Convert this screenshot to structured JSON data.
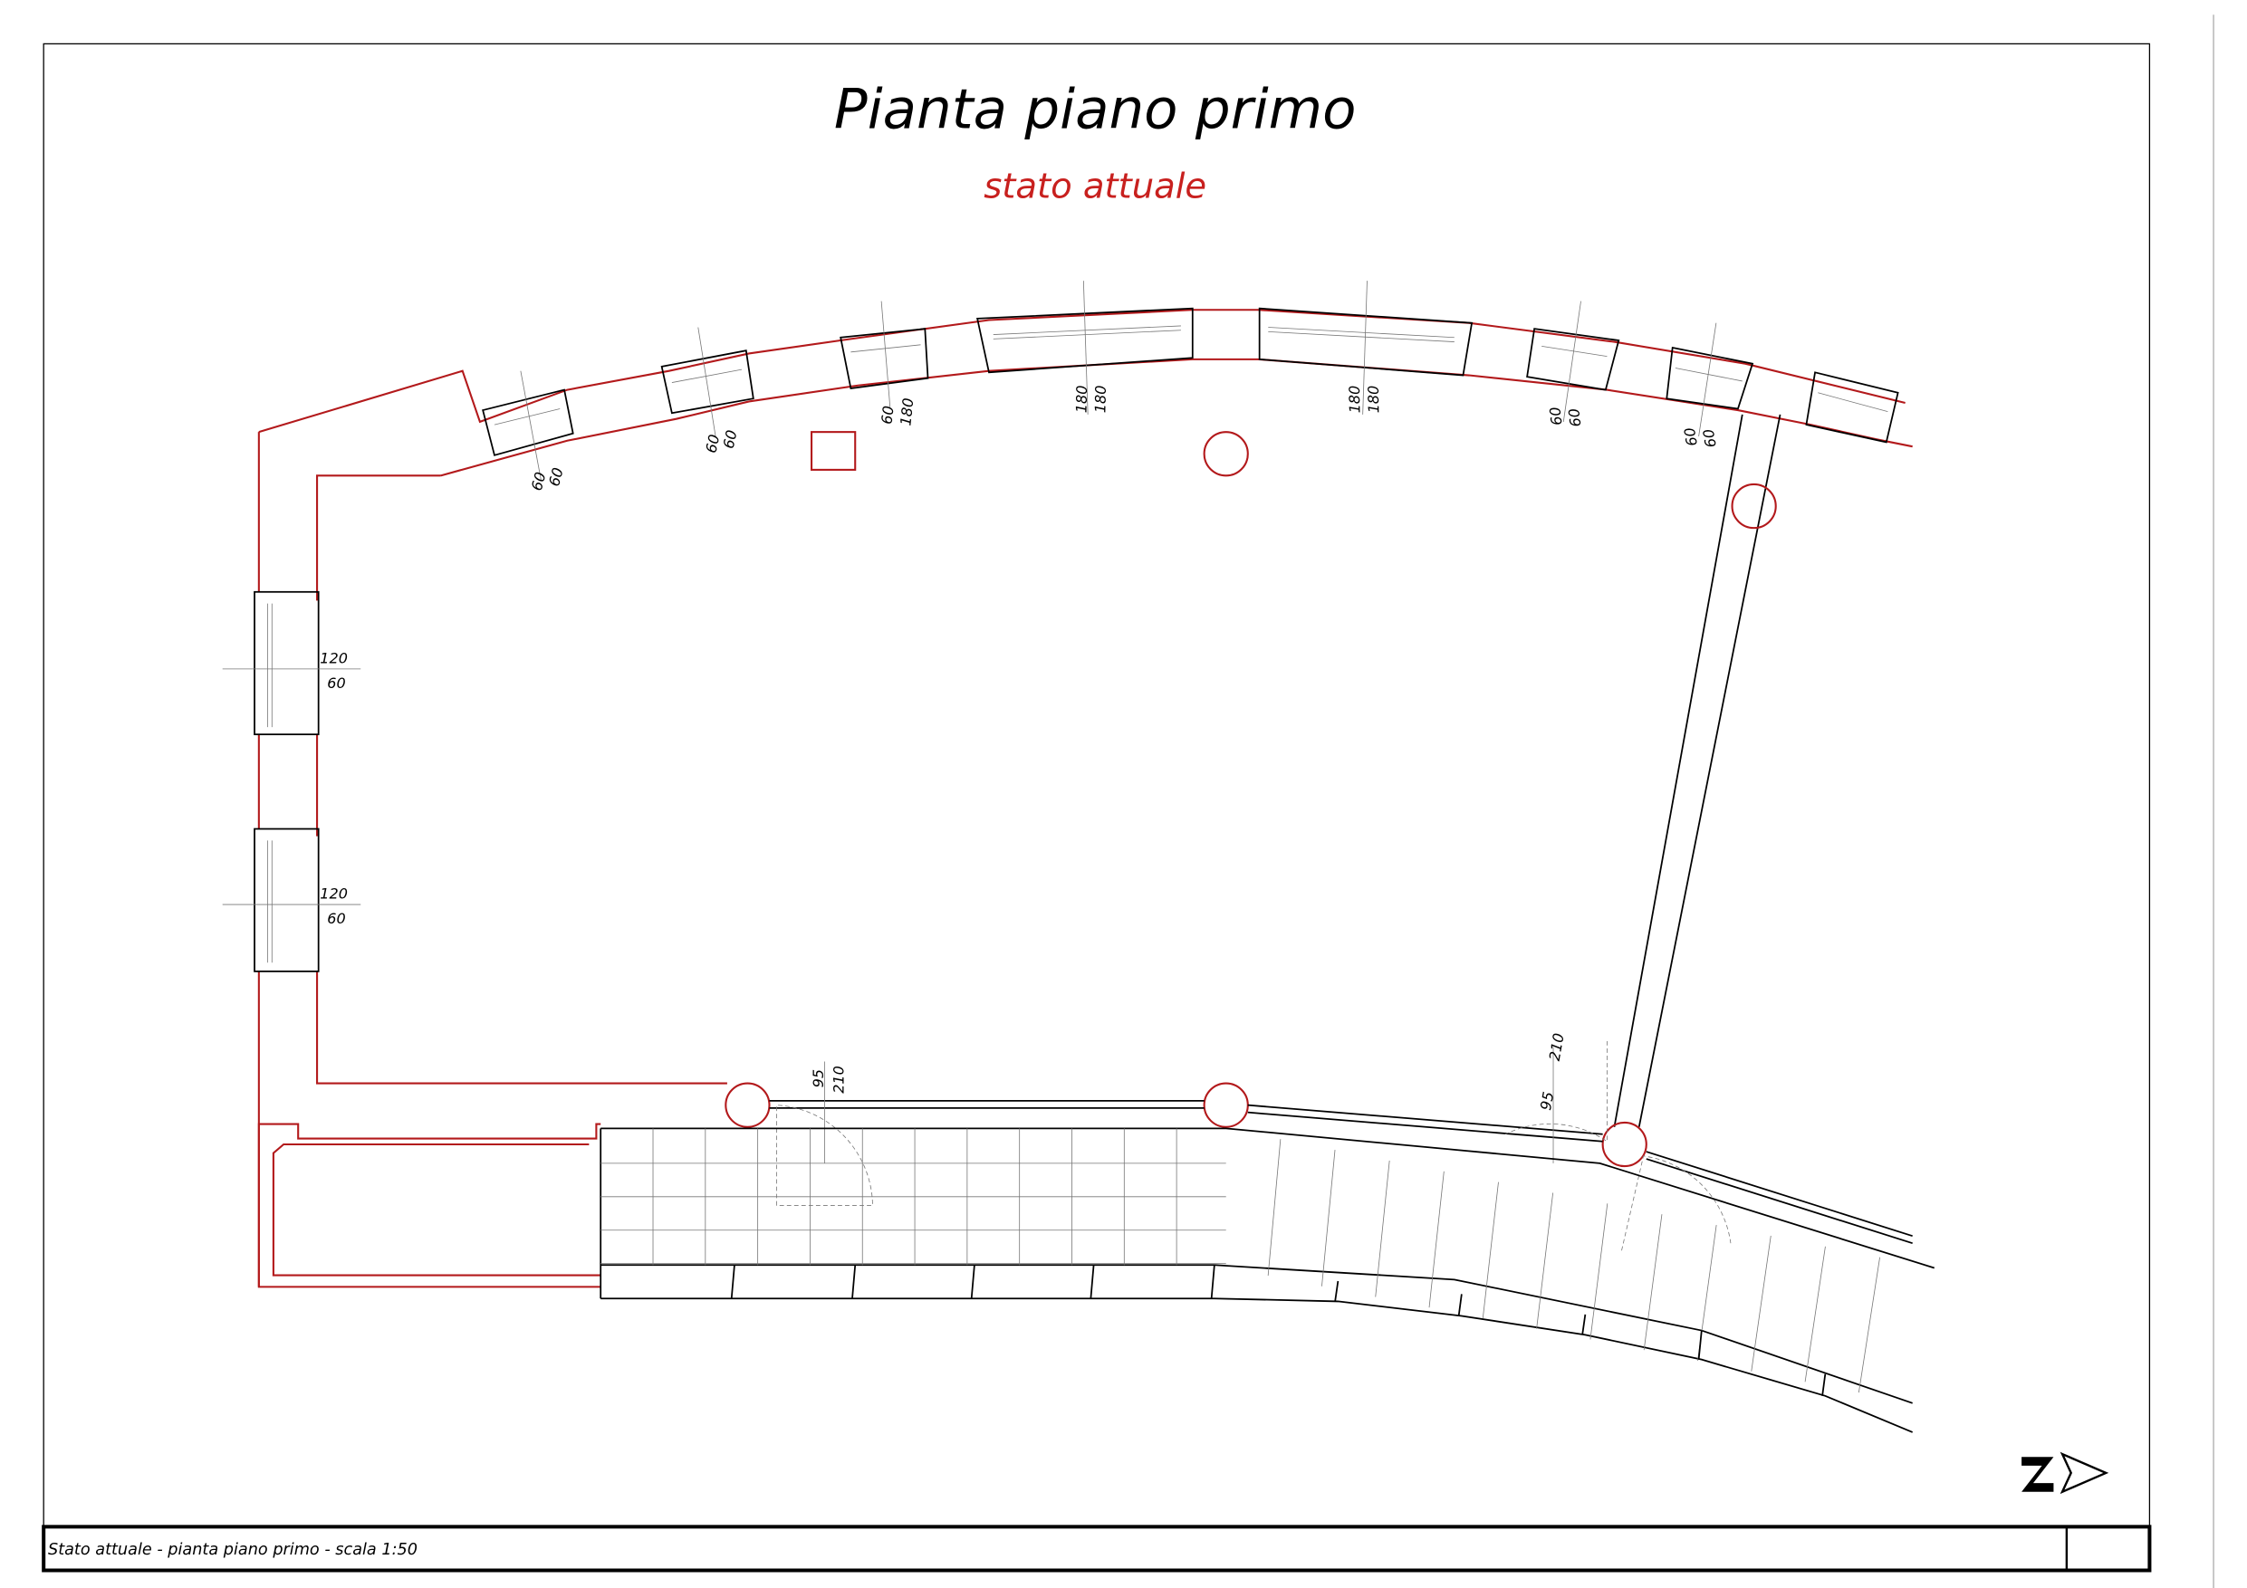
{
  "drawing": {
    "title": "Pianta piano primo",
    "subtitle": "stato attuale",
    "colors": {
      "wall_existing": "#b3191b",
      "subtitle": "#c8201e",
      "line": "#000000"
    },
    "windows_top": [
      {
        "width": "60",
        "height": "60"
      },
      {
        "width": "60",
        "height": "60"
      },
      {
        "width": "60",
        "height": "180"
      },
      {
        "width": "180",
        "height": "180"
      },
      {
        "width": "180",
        "height": "180"
      },
      {
        "width": "60",
        "height": "60"
      },
      {
        "width": "60",
        "height": "60"
      }
    ],
    "windows_left": [
      {
        "width": "120",
        "height": "60"
      },
      {
        "width": "120",
        "height": "60"
      }
    ],
    "doors": [
      {
        "width": "95",
        "height": "210"
      },
      {
        "width": "95",
        "height": "210"
      }
    ],
    "north_arrow": "north-arrow-icon"
  },
  "footer": {
    "caption": "Stato attuale - pianta piano primo - scala 1:50"
  }
}
